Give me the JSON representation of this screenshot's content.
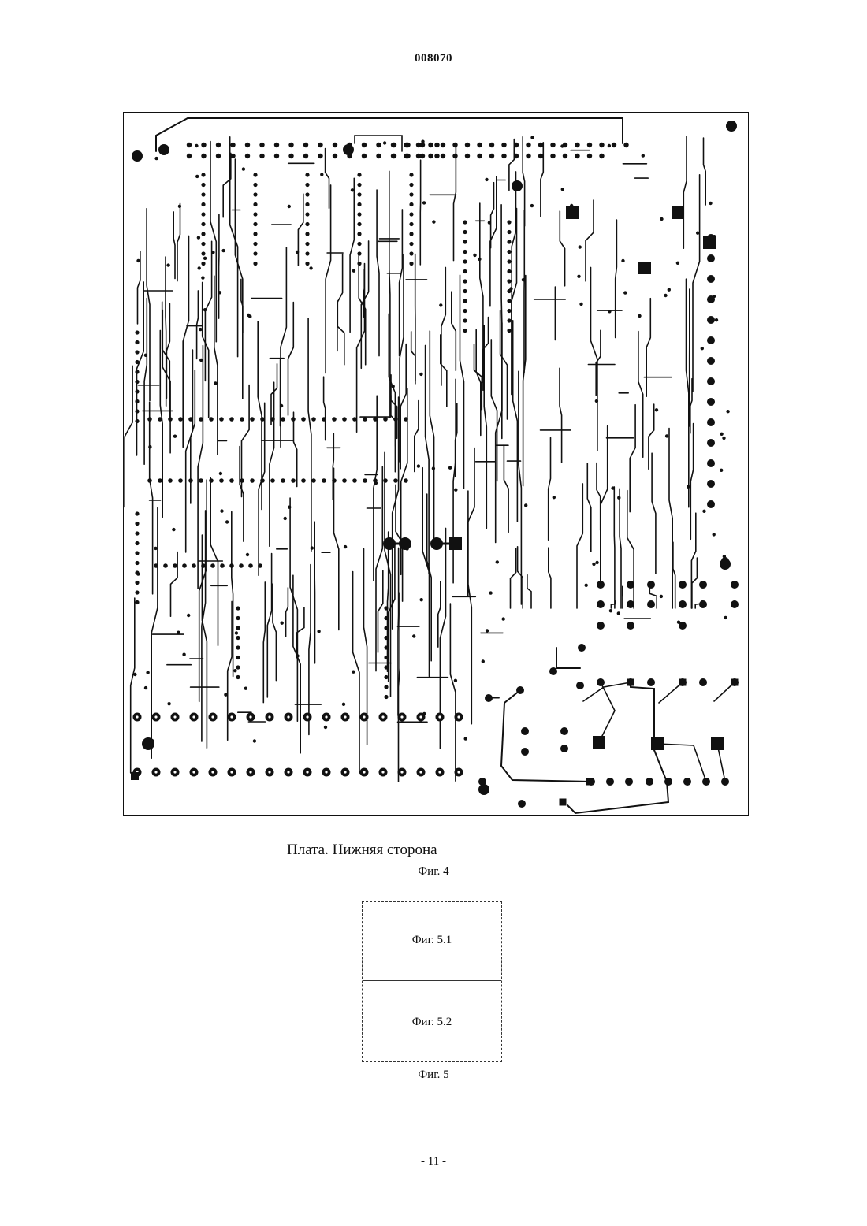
{
  "header": {
    "doc_number": "008070"
  },
  "figure4": {
    "caption": "Плата. Нижняя сторона",
    "label": "Фиг. 4"
  },
  "figure5": {
    "top_cell": "Фиг. 5.1",
    "bottom_cell": "Фиг. 5.2",
    "label": "Фиг. 5"
  },
  "footer": {
    "page_number": "- 11 -"
  },
  "colors": {
    "ink": "#111111",
    "paper": "#ffffff"
  }
}
